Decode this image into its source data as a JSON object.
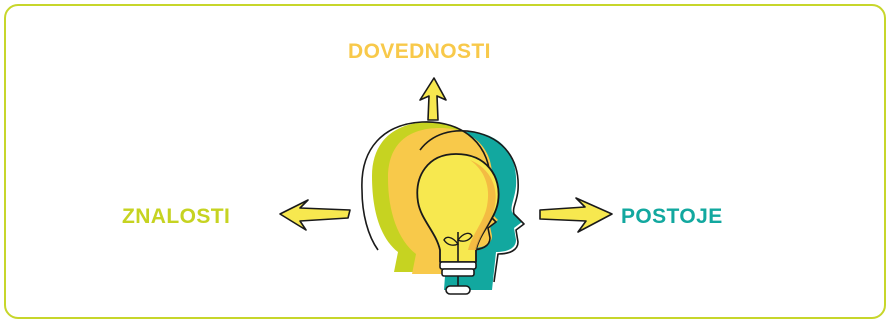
{
  "labels": {
    "top": "DOVEDNOSTI",
    "left": "ZNALOSTI",
    "right": "POSTOJE"
  },
  "colors": {
    "frame": "#c7d62b",
    "yellow": "#f8c94a",
    "lime": "#c6d321",
    "teal": "#12a89f",
    "bulb": "#f7e84f",
    "bulb_shade": "#f3b441",
    "outline": "#1a1a1a"
  },
  "icons": {
    "center": "head-lightbulb-icon",
    "arrows": [
      "arrow-up-icon",
      "arrow-left-icon",
      "arrow-right-icon"
    ]
  }
}
